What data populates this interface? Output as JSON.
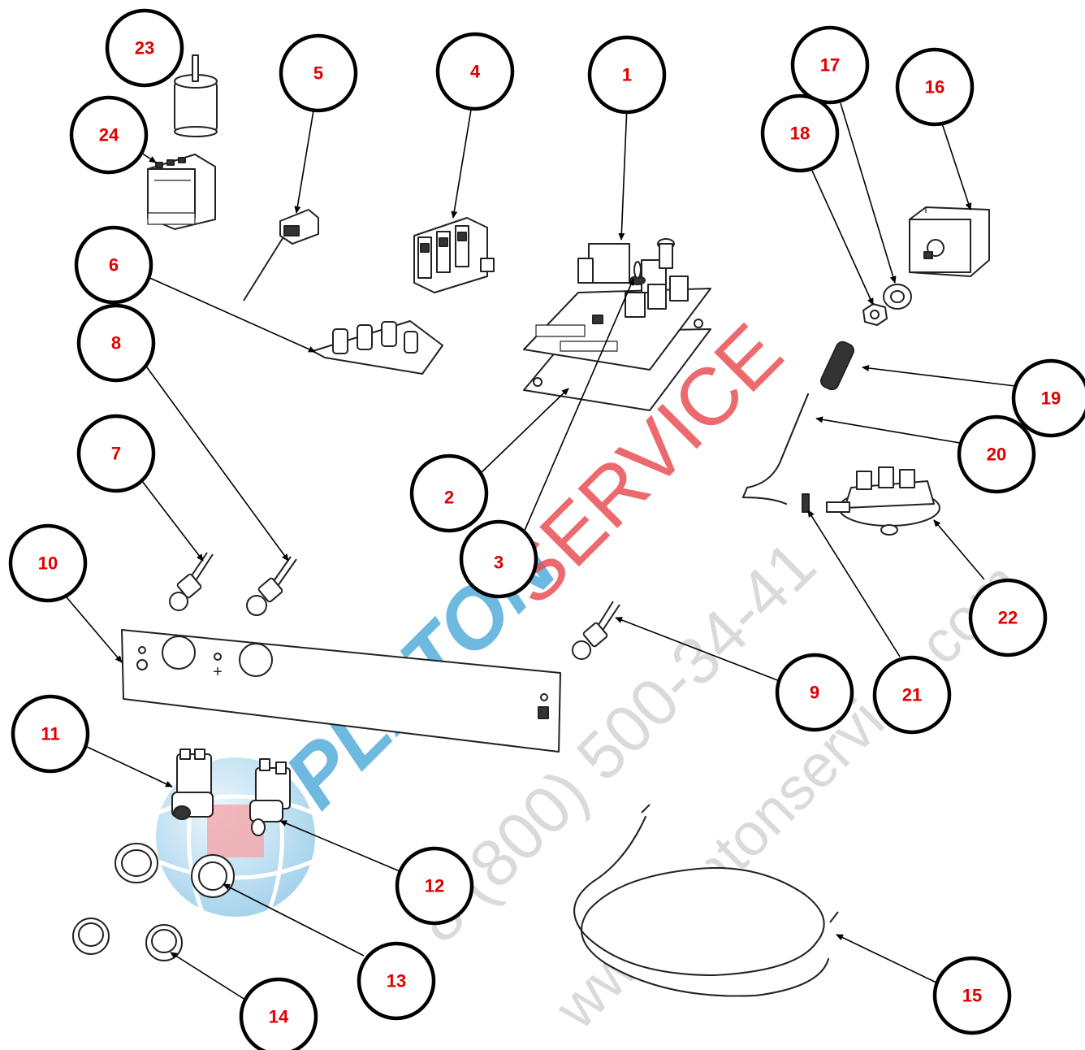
{
  "callouts": {
    "c1": "1",
    "c2": "2",
    "c3": "3",
    "c4": "4",
    "c5": "5",
    "c6": "6",
    "c7": "7",
    "c8": "8",
    "c9": "9",
    "c10": "10",
    "c11": "11",
    "c12": "12",
    "c13": "13",
    "c14": "14",
    "c15": "15",
    "c16": "16",
    "c17": "17",
    "c18": "18",
    "c19": "19",
    "c20": "20",
    "c21": "21",
    "c22": "22",
    "c23": "23",
    "c24": "24"
  },
  "watermark": {
    "brand_part1": "PLATON",
    "brand_part2": "SERVICE",
    "phone": "8 (800) 500-34-41",
    "website": "www.platonservice.com",
    "colors": {
      "part1": "#4aa8d8",
      "part2": "#e8454a",
      "gray": "#d9d9d9"
    }
  },
  "colors": {
    "callout_text": "#e00000",
    "callout_border": "#000000"
  }
}
